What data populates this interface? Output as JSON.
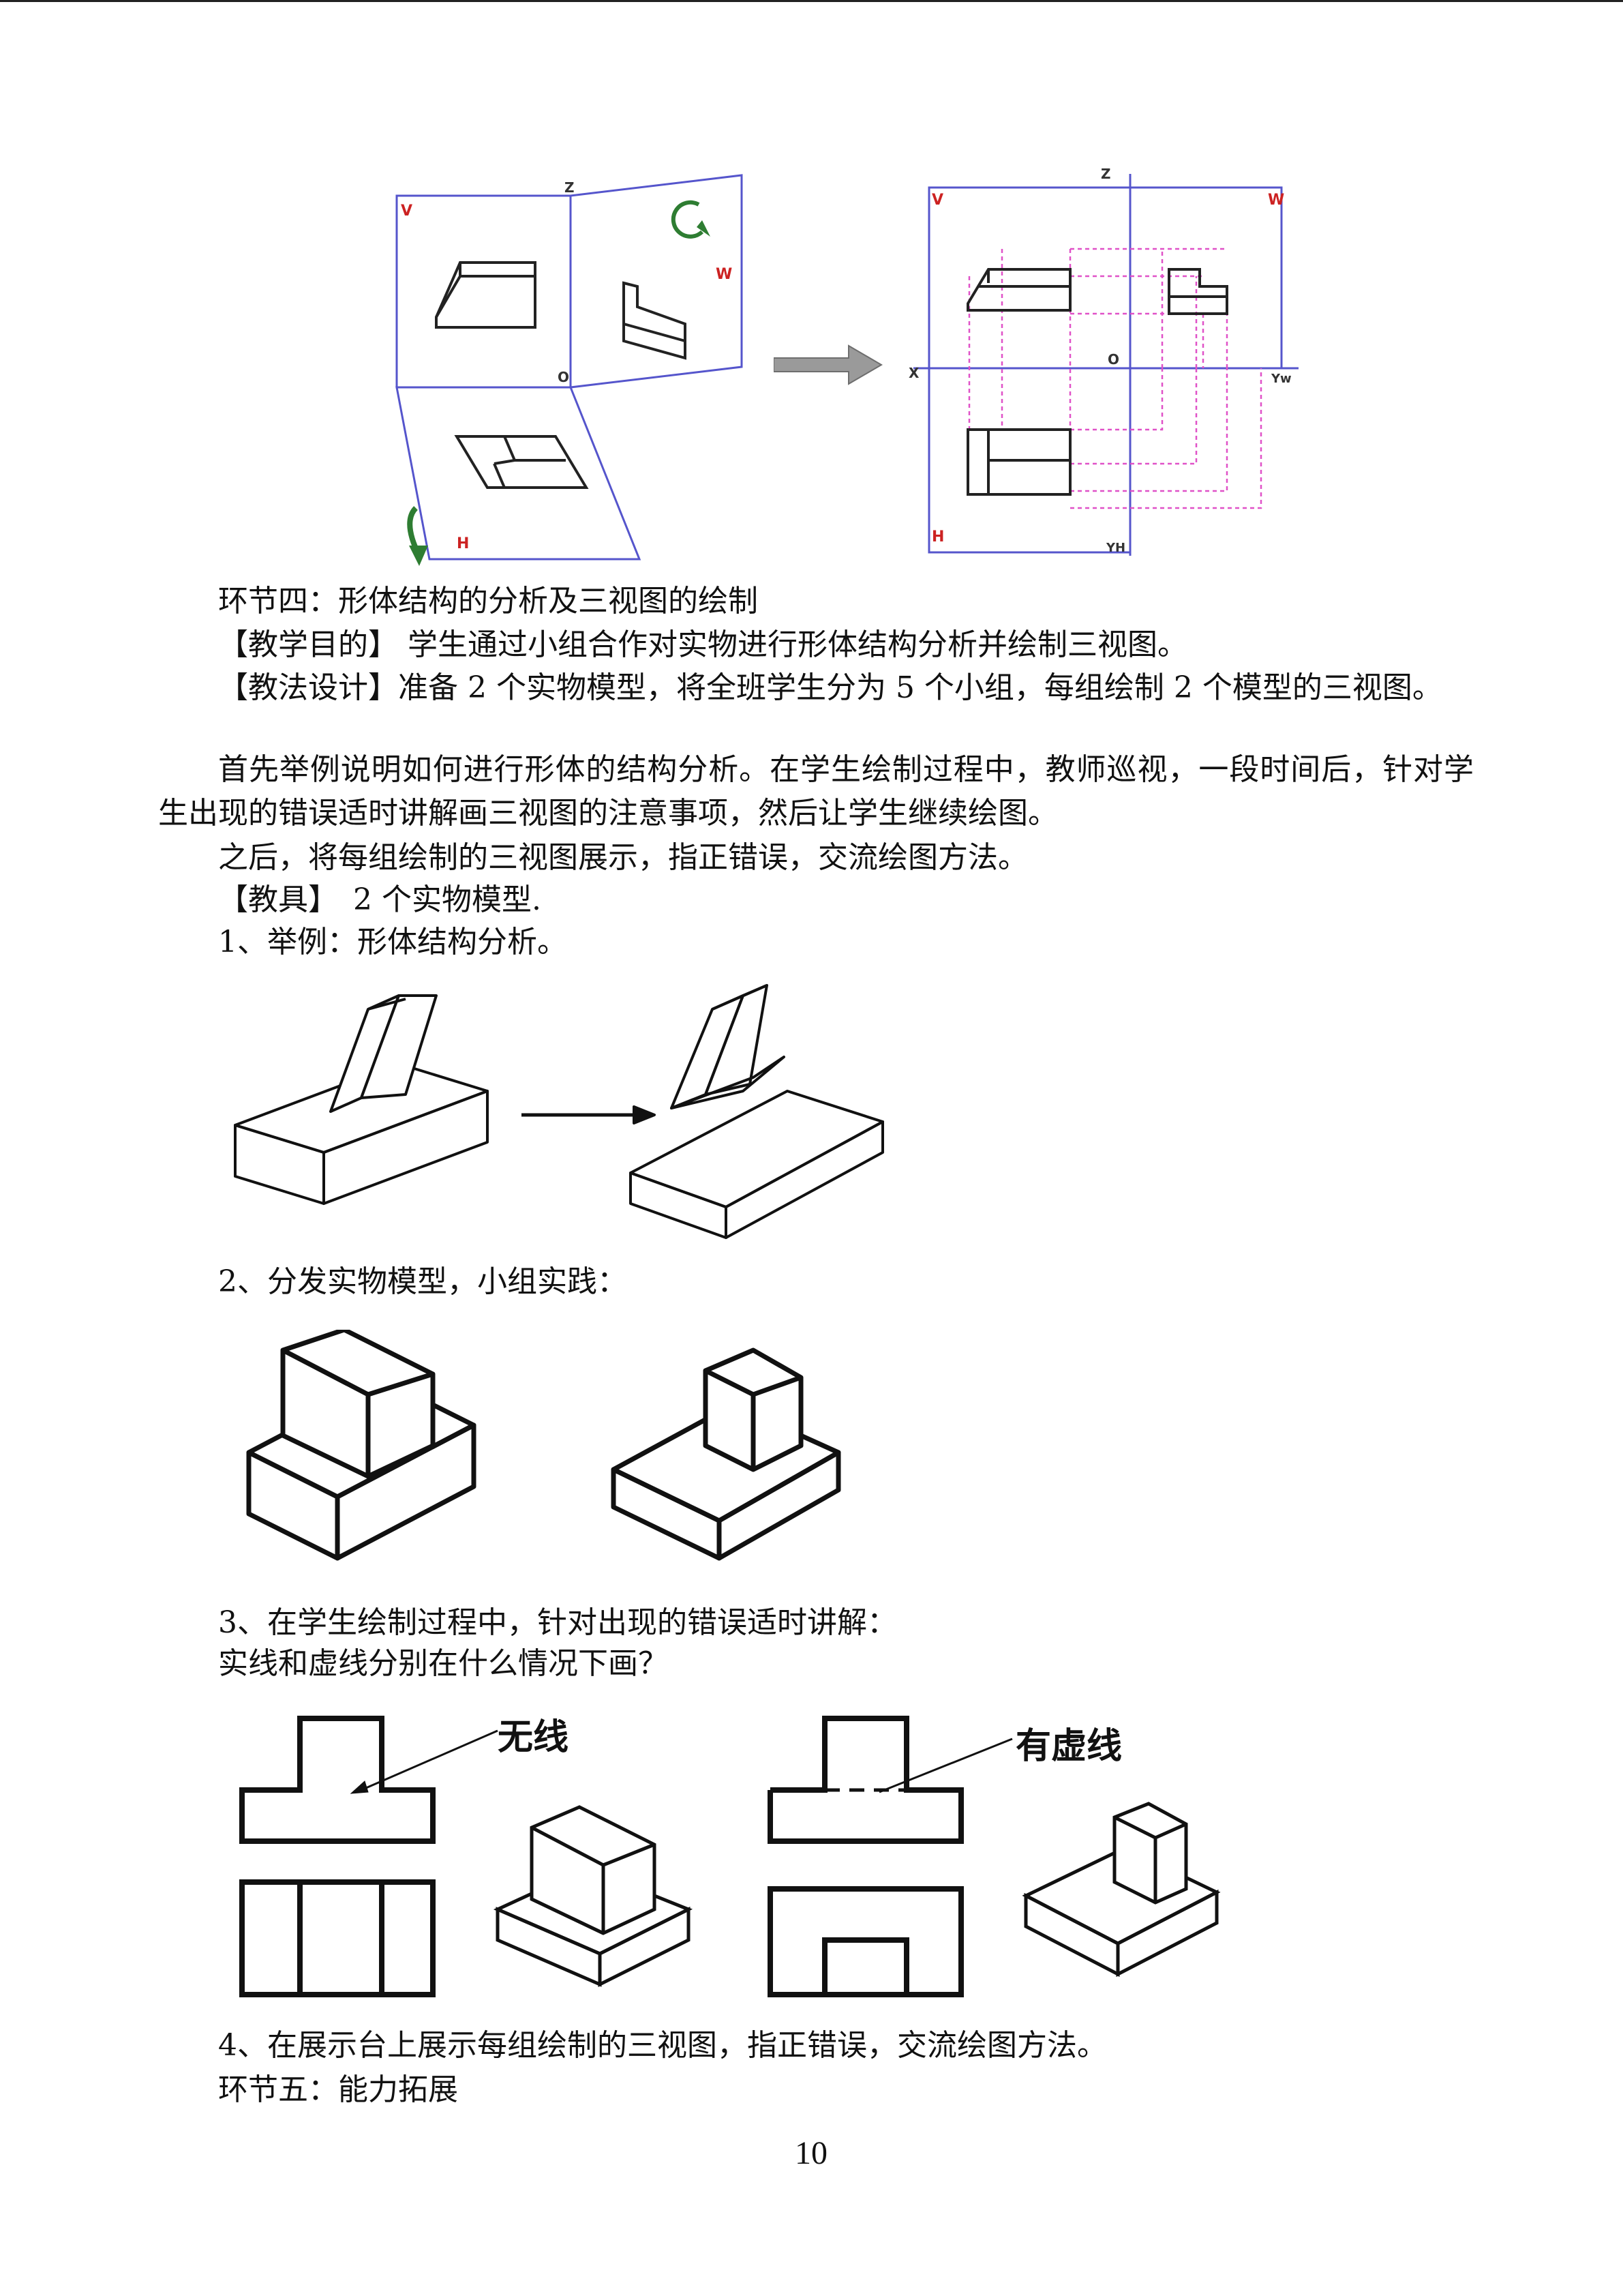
{
  "projection_figure": {
    "axis_z": "Z",
    "axis_x": "X",
    "axis_origin": "O",
    "axis_yw": "Yw",
    "axis_yh": "YH",
    "plane_v": "V",
    "plane_w": "W",
    "plane_h": "H",
    "colors": {
      "plane": "#5555cc",
      "plane_label": "#cc2222",
      "arrow": "#2e7d32",
      "projection_line": "#e052c8"
    }
  },
  "section4": {
    "heading": "环节四：形体结构的分析及三视图的绘制",
    "purpose": "【教学目的】 学生通过小组合作对实物进行形体结构分析并绘制三视图。",
    "method": "【教法设计】准备 2 个实物模型，将全班学生分为 5 个小组，每组绘制 2 个模型的三视图。",
    "paragraph1": "首先举例说明如何进行形体的结构分析。在学生绘制过程中，教师巡视，一段时间后，针对学生出现的错误适时讲解画三视图的注意事项，然后让学生继续绘图。",
    "paragraph2": "之后，将每组绘制的三视图展示，指正错误，交流绘图方法。",
    "tools": "【教具】　2 个实物模型.",
    "step1": "1、举例：形体结构分析。",
    "step2": "2、分发实物模型，小组实践：",
    "step3": "3、在学生绘制过程中，针对出现的错误适时讲解：",
    "question": "实线和虚线分别在什么情况下画？",
    "label_no_line": "无线",
    "label_dashed": "有虚线",
    "step4": "4、在展示台上展示每组绘制的三视图，指正错误，交流绘图方法。"
  },
  "section5": {
    "heading": "环节五：能力拓展"
  },
  "page_number": "10"
}
